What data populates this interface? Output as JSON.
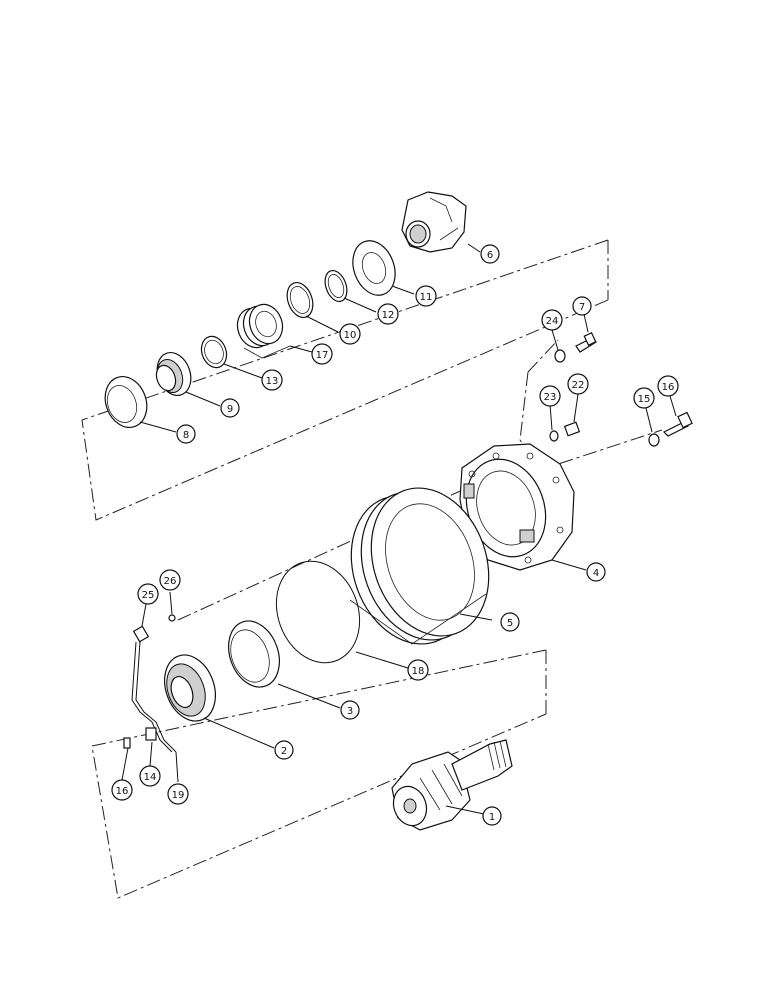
{
  "callouts": [
    {
      "id": "c1",
      "label": "1"
    },
    {
      "id": "c2",
      "label": "2"
    },
    {
      "id": "c3",
      "label": "3"
    },
    {
      "id": "c4",
      "label": "4"
    },
    {
      "id": "c5",
      "label": "5"
    },
    {
      "id": "c6",
      "label": "6"
    },
    {
      "id": "c7",
      "label": "7"
    },
    {
      "id": "c8",
      "label": "8"
    },
    {
      "id": "c9",
      "label": "9"
    },
    {
      "id": "c10",
      "label": "10"
    },
    {
      "id": "c11",
      "label": "11"
    },
    {
      "id": "c12",
      "label": "12"
    },
    {
      "id": "c13",
      "label": "13"
    },
    {
      "id": "c14",
      "label": "14"
    },
    {
      "id": "c15",
      "label": "15"
    },
    {
      "id": "c16a",
      "label": "16"
    },
    {
      "id": "c16b",
      "label": "16"
    },
    {
      "id": "c17",
      "label": "17"
    },
    {
      "id": "c18",
      "label": "18"
    },
    {
      "id": "c19",
      "label": "19"
    },
    {
      "id": "c22",
      "label": "22"
    },
    {
      "id": "c23",
      "label": "23"
    },
    {
      "id": "c24",
      "label": "24"
    },
    {
      "id": "c25",
      "label": "25"
    },
    {
      "id": "c26",
      "label": "26"
    }
  ]
}
